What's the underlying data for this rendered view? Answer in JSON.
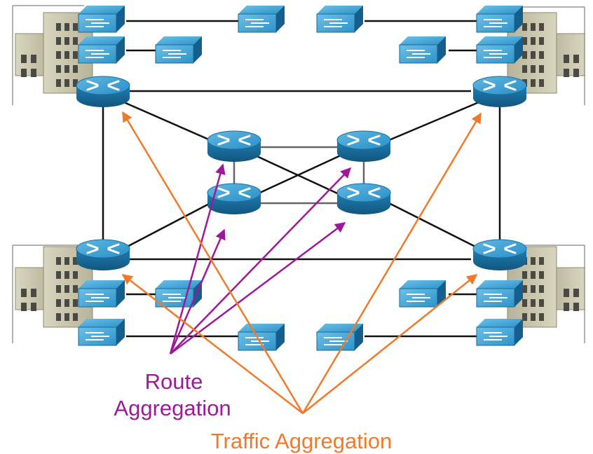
{
  "labels": {
    "route_aggregation_line1": "Route",
    "route_aggregation_line2": "Aggregation",
    "traffic_aggregation": "Traffic Aggregation"
  },
  "colors": {
    "route_arrows": "#a0189a",
    "traffic_arrows": "#f07a2a",
    "links": "#111111",
    "core_links": "#666666",
    "device_blue": "#1f7fb4"
  },
  "devices": {
    "building_icon": "office-building-icon",
    "router_icon": "router-icon",
    "switch_icon": "switch-icon"
  }
}
